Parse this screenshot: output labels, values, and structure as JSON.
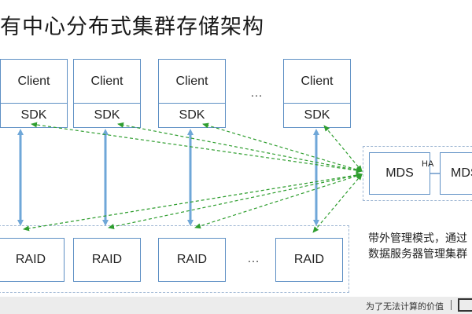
{
  "title": "有中心分布式集群存储架构",
  "clients": [
    {
      "client_label": "Client",
      "sdk_label": "SDK"
    },
    {
      "client_label": "Client",
      "sdk_label": "SDK"
    },
    {
      "client_label": "Client",
      "sdk_label": "SDK"
    },
    {
      "client_label": "Client",
      "sdk_label": "SDK"
    }
  ],
  "raids": [
    {
      "label": "RAID"
    },
    {
      "label": "RAID"
    },
    {
      "label": "RAID"
    },
    {
      "label": "RAID"
    }
  ],
  "ellipsis": "…",
  "mds": {
    "primary": "MDS",
    "secondary": "MDS",
    "ha_label": "HA"
  },
  "note": {
    "line1": "带外管理模式，通过",
    "line2": "数据服务器管理集群"
  },
  "footer": {
    "slogan": "为了无法计算的价值"
  },
  "colors": {
    "box_border": "#5d8fc4",
    "arrow_solid": "#6fa7d8",
    "arrow_dashed": "#2f9e2f"
  }
}
